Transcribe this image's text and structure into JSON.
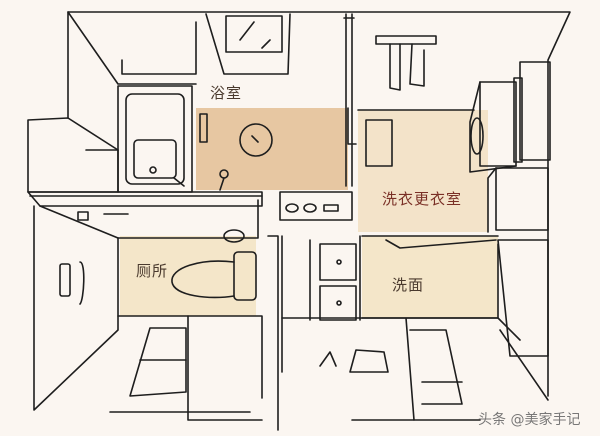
{
  "diagram": {
    "type": "floor-plan-sketch",
    "colors": {
      "background": "#fbf6f1",
      "bath_floor": "#e7c7a2",
      "laundry_floor": "#f3e3c9",
      "toilet_floor": "#f4e6c9",
      "wash_floor": "#f4e6c9",
      "line": "#1e1e1e"
    },
    "rooms": [
      {
        "id": "bath",
        "label": "浴室"
      },
      {
        "id": "laundry",
        "label": "洗衣更衣室"
      },
      {
        "id": "toilet",
        "label": "厕所"
      },
      {
        "id": "wash",
        "label": "洗面"
      }
    ]
  },
  "watermark": "头条 @美家手记"
}
